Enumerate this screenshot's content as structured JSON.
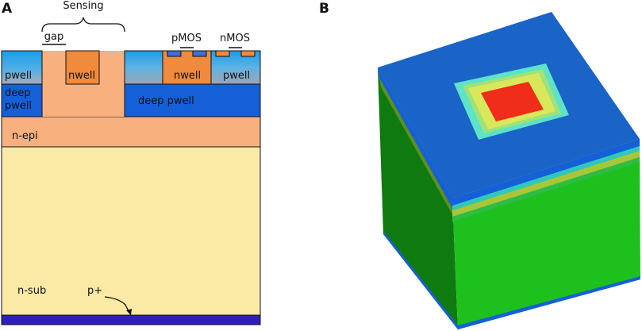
{
  "panels": {
    "a": {
      "letter": "A",
      "labels": {
        "sensing": "Sensing",
        "gap": "gap",
        "pmos": "pMOS",
        "nmos": "nMOS",
        "pwell_left": "pwell",
        "nwell_center": "nwell",
        "nwell_right": "nwell",
        "pwell_right": "pwell",
        "deep_pwell_left_1": "deep",
        "deep_pwell_left_2": "pwell",
        "deep_pwell_right": "deep pwell",
        "n_epi": "n-epi",
        "n_sub": "n-sub",
        "p_plus": "p+"
      }
    },
    "b": {
      "letter": "B"
    }
  },
  "colors": {
    "pwell_blue": "#1e9be8",
    "deep_pwell": "#1560d8",
    "pwell_gray": "#9ea4b0",
    "nwell_orange": "#f08a3c",
    "epi_salmon": "#f8b07e",
    "substrate": "#fbeaa6",
    "p_plus": "#2d1fb8",
    "cube_top_blue": "#1a64c8",
    "cube_side_green": "#1ec01e",
    "cube_left_dark": "#0f7a10",
    "square_cyan": "#5de3c6",
    "square_yellow": "#d9e85a",
    "square_red": "#f02c1a"
  }
}
